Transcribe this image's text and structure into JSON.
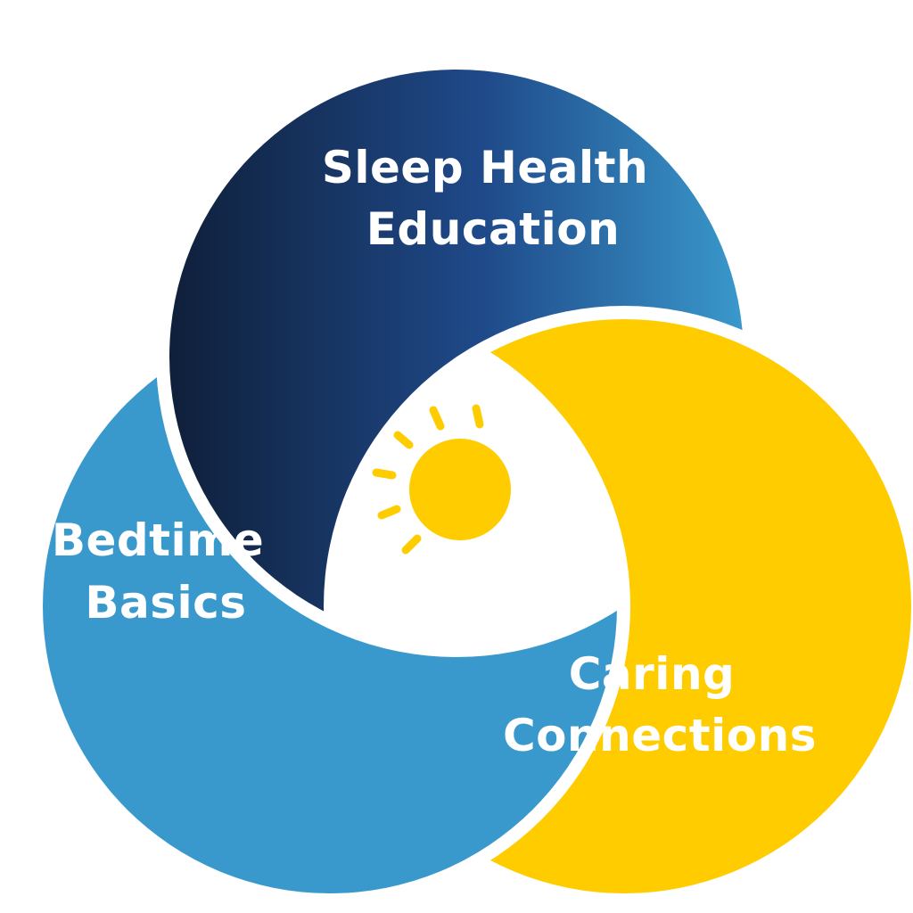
{
  "circles": {
    "top": {
      "label_lines": [
        "Sleep Health",
        "Education"
      ]
    },
    "left": {
      "label_lines": [
        "Bedtime",
        "Basics"
      ]
    },
    "right": {
      "label_lines": [
        "Caring",
        "Connections"
      ]
    }
  },
  "center_icon": "sun-and-moon-icon",
  "colors": {
    "navy_dark": "#0f1f3a",
    "navy": "#1f4a8a",
    "blue": "#3a99cc",
    "yellow": "#ffcc00",
    "white": "#ffffff"
  }
}
